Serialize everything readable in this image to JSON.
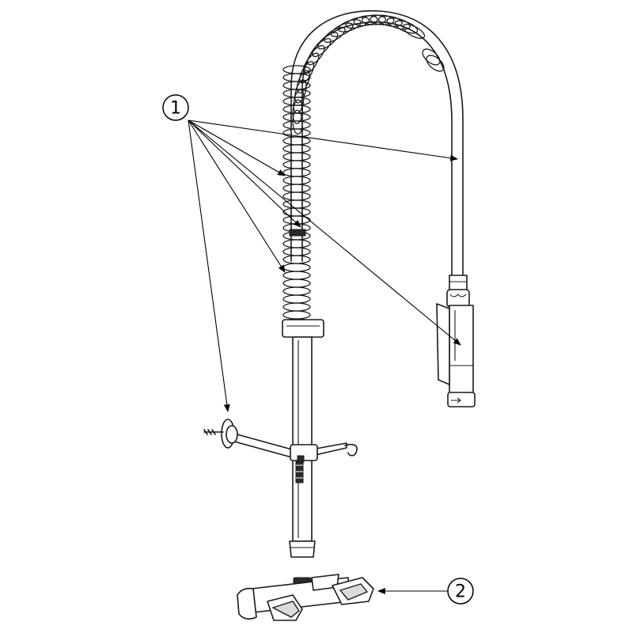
{
  "callouts": [
    {
      "id": "1",
      "label": "1"
    },
    {
      "id": "2",
      "label": "2"
    }
  ],
  "colors": {
    "line": "#1a1a1a",
    "background": "#ffffff",
    "shade": "#dcdcdc"
  }
}
